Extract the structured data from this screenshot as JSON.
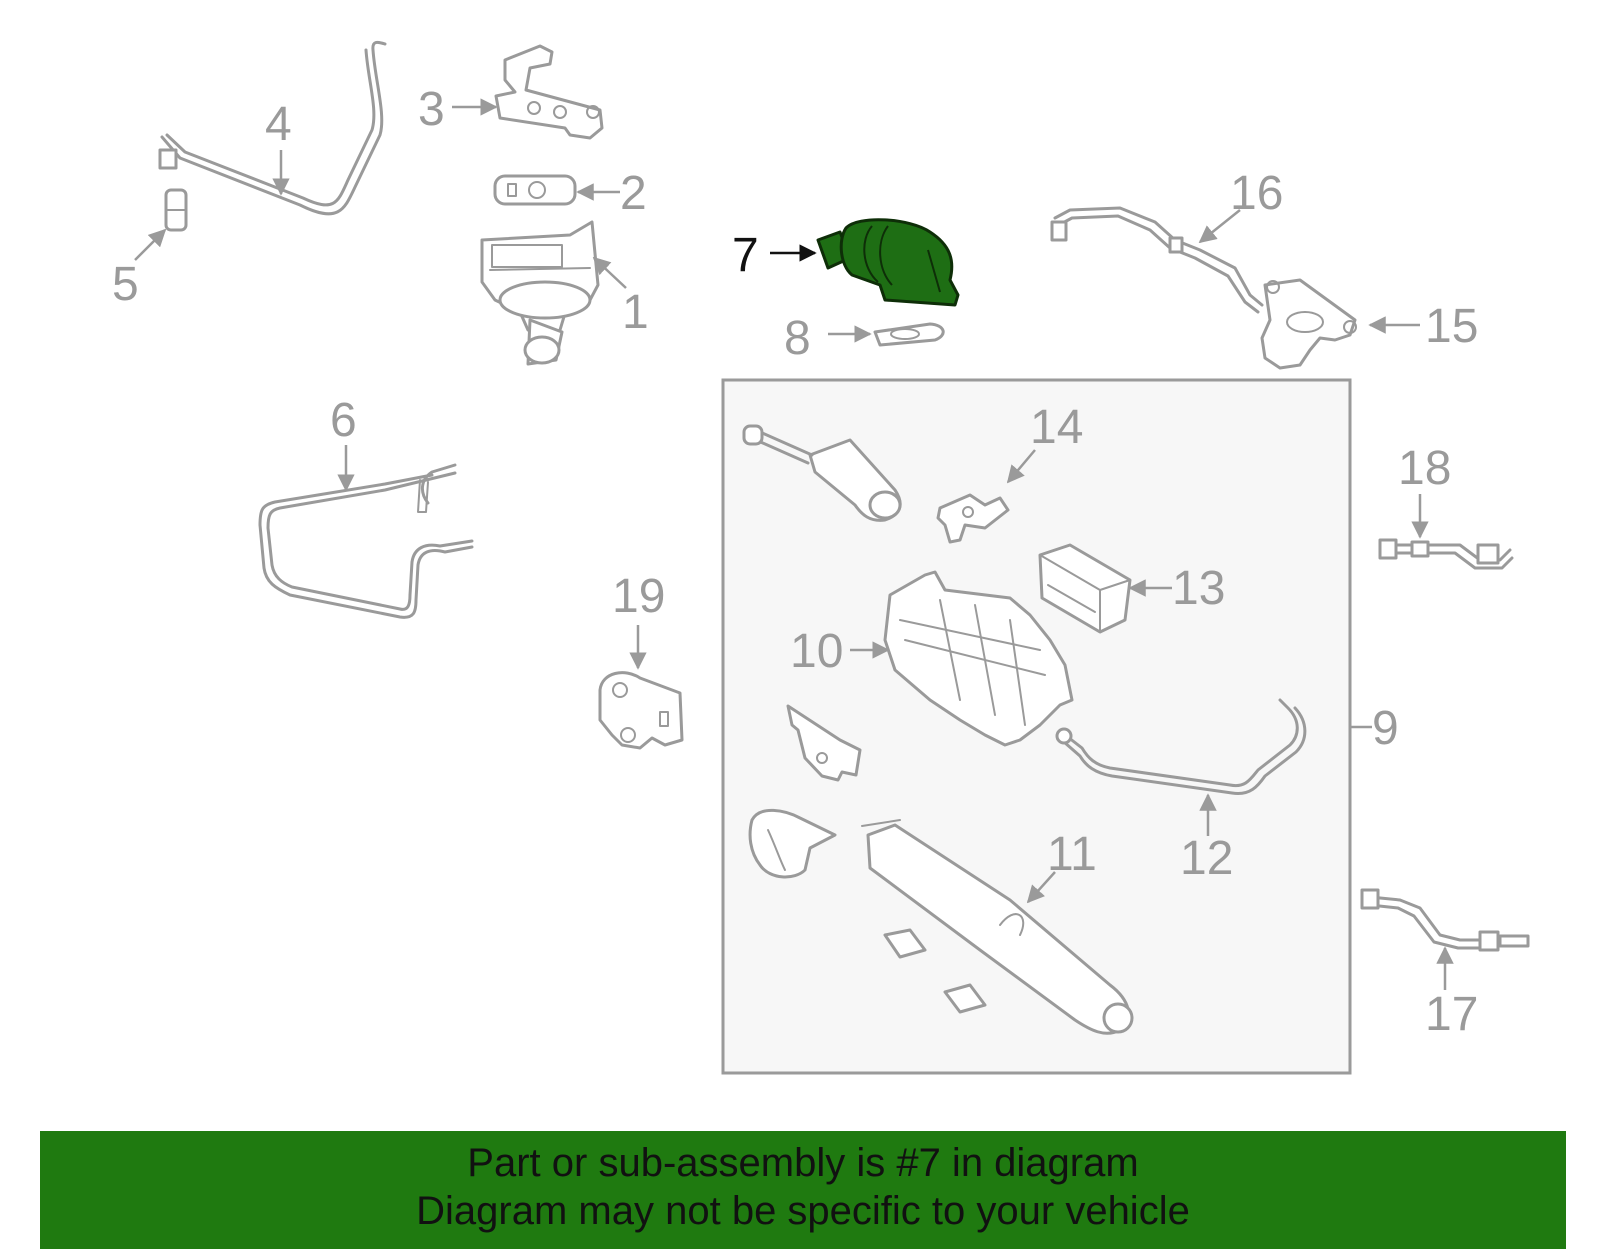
{
  "highlight_color": "#1f7a10",
  "highlighted_part": "7",
  "callouts": {
    "c1": "1",
    "c2": "2",
    "c3": "3",
    "c4": "4",
    "c5": "5",
    "c6": "6",
    "c7": "7",
    "c8": "8",
    "c9": "9",
    "c10": "10",
    "c11": "11",
    "c12": "12",
    "c13": "13",
    "c14": "14",
    "c15": "15",
    "c16": "16",
    "c17": "17",
    "c18": "18",
    "c19": "19"
  },
  "banner": {
    "line1": "Part or sub-assembly is #7 in diagram",
    "line2": "Diagram may not be specific to your vehicle"
  }
}
